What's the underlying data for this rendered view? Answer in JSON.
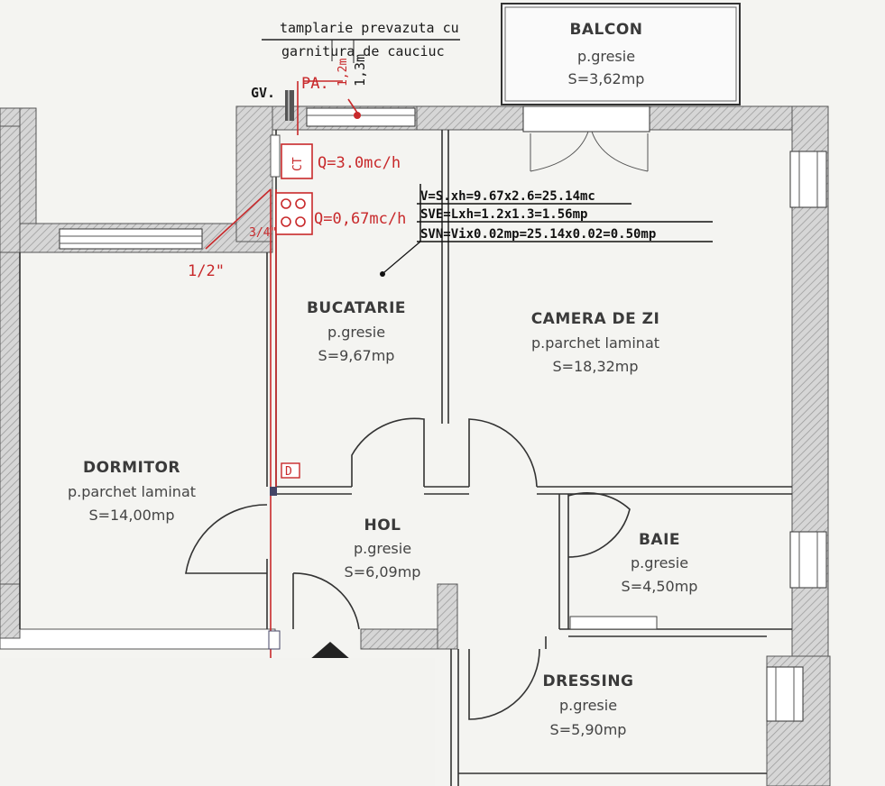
{
  "rooms": {
    "balcon": {
      "name": "BALCON",
      "floor": "p.gresie",
      "area": "S=3,62mp"
    },
    "bucatarie": {
      "name": "BUCATARIE",
      "floor": "p.gresie",
      "area": "S=9,67mp"
    },
    "camera": {
      "name": "CAMERA DE ZI",
      "floor": "p.parchet laminat",
      "area": "S=18,32mp"
    },
    "dormitor": {
      "name": "DORMITOR",
      "floor": "p.parchet laminat",
      "area": "S=14,00mp"
    },
    "hol": {
      "name": "HOL",
      "floor": "p.gresie",
      "area": "S=6,09mp"
    },
    "baie": {
      "name": "BAIE",
      "floor": "p.gresie",
      "area": "S=4,50mp"
    },
    "dressing": {
      "name": "DRESSING",
      "floor": "p.gresie",
      "area": "S=5,90mp"
    }
  },
  "annotations": {
    "note_line1": "tamplarie prevazuta cu",
    "note_line2": "garnitura de cauciuc",
    "gv": "GV.",
    "pa": "PA.",
    "h1": "1,2m",
    "h2": "1,3m",
    "q1": "Q=3.0mc/h",
    "q2": "Q=0,67mc/h",
    "pipe": "1/2\"",
    "pipe_small": "3/4\"",
    "ct": "CT",
    "d": "D",
    "calc1": "V=S.xh=9.67x2.6=25.14mc",
    "calc2": "SVE=Lxh=1.2x1.3=1.56mp",
    "calc3": "SVN=Vix0.02mp=25.14x0.02=0.50mp"
  },
  "colors": {
    "gas": "#c8292b",
    "wall": "#cfcfcf",
    "lines": "#333333"
  }
}
